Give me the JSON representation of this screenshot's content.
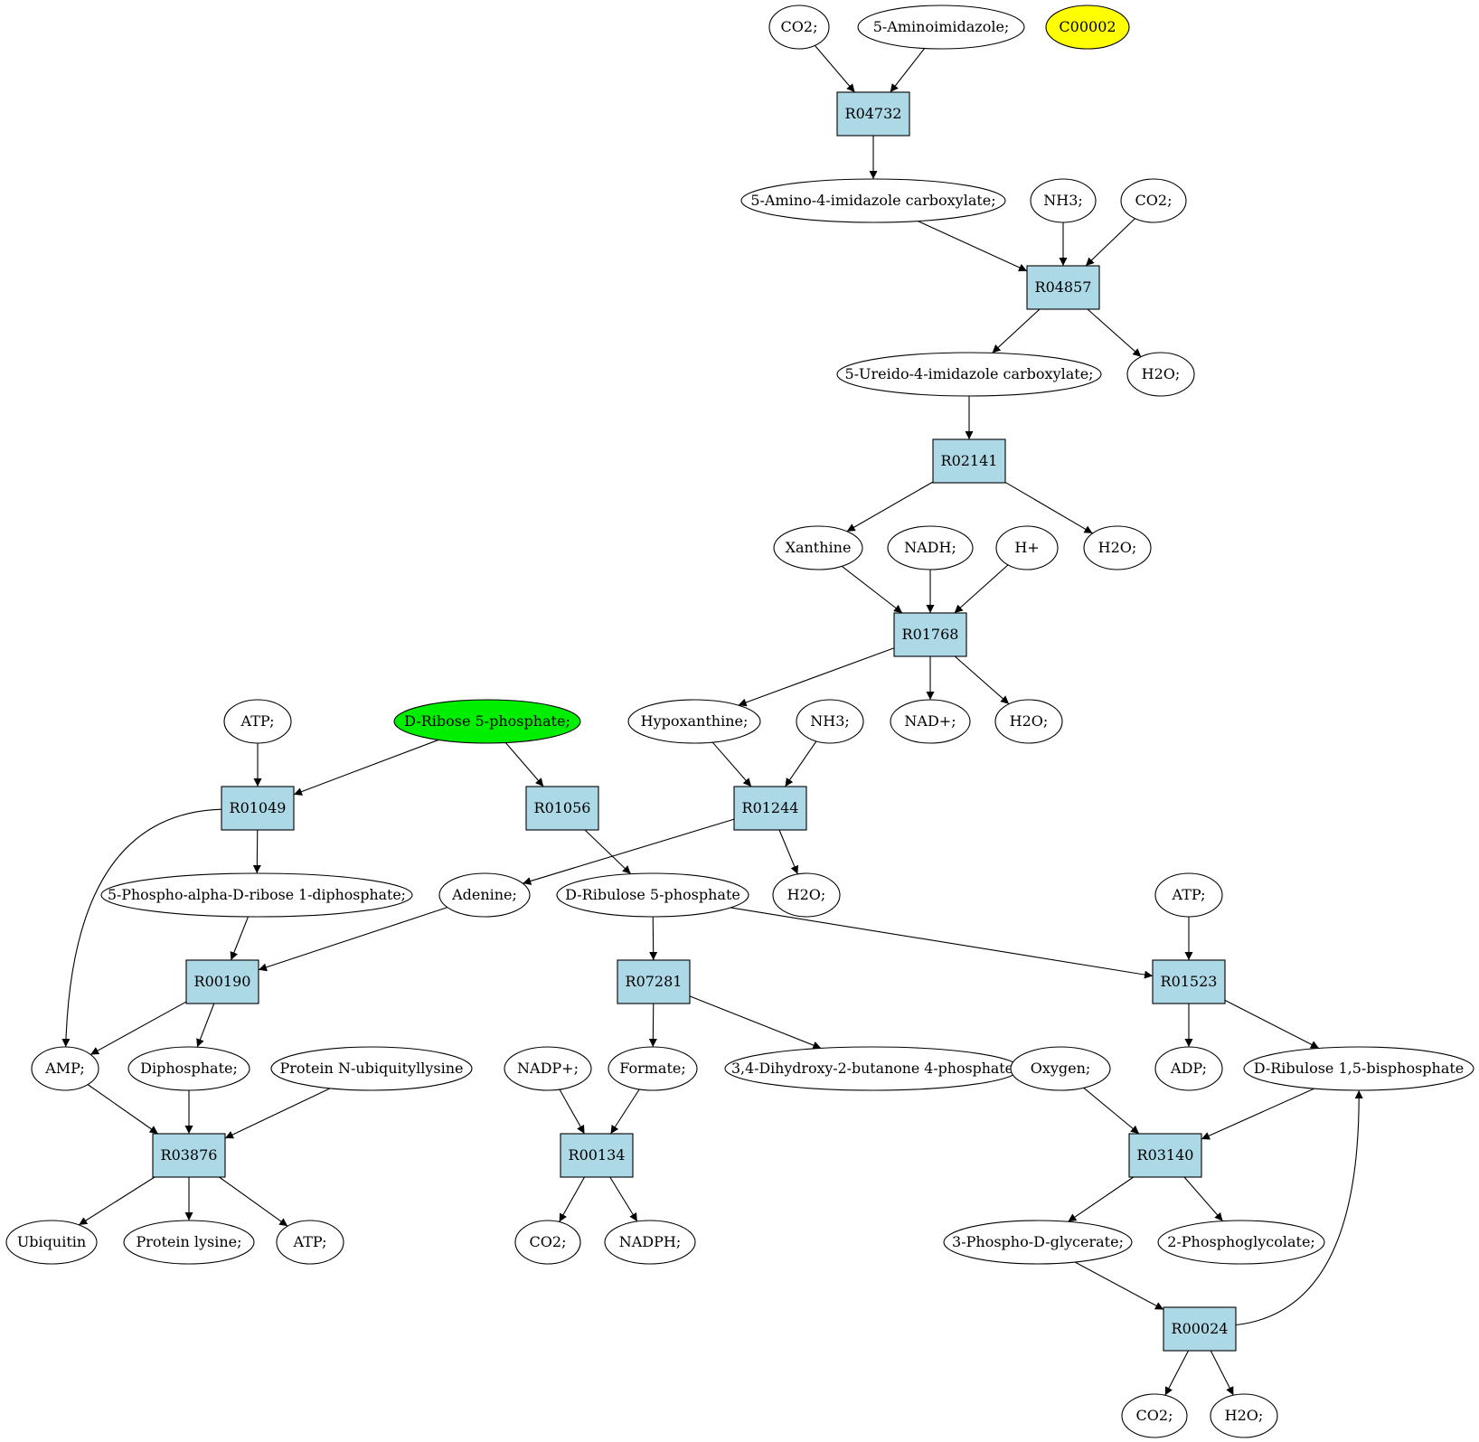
{
  "graph": {
    "compounds": [
      {
        "id": "co2_a",
        "label": "CO2;"
      },
      {
        "id": "aminoimidazole",
        "label": "5-Aminoimidazole;"
      },
      {
        "id": "c00002",
        "label": "C00002",
        "highlight": "yellow"
      },
      {
        "id": "amino_carbox",
        "label": "5-Amino-4-imidazole carboxylate;"
      },
      {
        "id": "nh3_a",
        "label": "NH3;"
      },
      {
        "id": "co2_b",
        "label": "CO2;"
      },
      {
        "id": "ureido_carbox",
        "label": "5-Ureido-4-imidazole carboxylate;"
      },
      {
        "id": "h2o_a",
        "label": "H2O;"
      },
      {
        "id": "xanthine",
        "label": "Xanthine"
      },
      {
        "id": "nadh",
        "label": "NADH;"
      },
      {
        "id": "hplus",
        "label": "H+"
      },
      {
        "id": "h2o_b",
        "label": "H2O;"
      },
      {
        "id": "atp_a",
        "label": "ATP;"
      },
      {
        "id": "ribose5p",
        "label": "D-Ribose 5-phosphate;",
        "highlight": "green"
      },
      {
        "id": "hypoxanthine",
        "label": "Hypoxanthine;"
      },
      {
        "id": "nh3_b",
        "label": "NH3;"
      },
      {
        "id": "nadplus_a",
        "label": "NAD+;"
      },
      {
        "id": "h2o_c",
        "label": "H2O;"
      },
      {
        "id": "prpp",
        "label": "5-Phospho-alpha-D-ribose 1-diphosphate;"
      },
      {
        "id": "adenine",
        "label": "Adenine;"
      },
      {
        "id": "ribulose5p",
        "label": "D-Ribulose 5-phosphate"
      },
      {
        "id": "h2o_d",
        "label": "H2O;"
      },
      {
        "id": "atp_b",
        "label": "ATP;"
      },
      {
        "id": "amp",
        "label": "AMP;"
      },
      {
        "id": "diphosphate",
        "label": "Diphosphate;"
      },
      {
        "id": "prot_ubiq",
        "label": "Protein N-ubiquityllysine"
      },
      {
        "id": "nadp",
        "label": "NADP+;"
      },
      {
        "id": "formate",
        "label": "Formate;"
      },
      {
        "id": "dhbp",
        "label": "3,4-Dihydroxy-2-butanone 4-phosphate"
      },
      {
        "id": "oxygen",
        "label": "Oxygen;"
      },
      {
        "id": "adp",
        "label": "ADP;"
      },
      {
        "id": "rubp",
        "label": "D-Ribulose 1,5-bisphosphate"
      },
      {
        "id": "ubiquitin",
        "label": "Ubiquitin"
      },
      {
        "id": "prot_lys",
        "label": "Protein lysine;"
      },
      {
        "id": "atp_c",
        "label": "ATP;"
      },
      {
        "id": "co2_c",
        "label": "CO2;"
      },
      {
        "id": "nadph",
        "label": "NADPH;"
      },
      {
        "id": "pga",
        "label": "3-Phospho-D-glycerate;"
      },
      {
        "id": "pglycolate",
        "label": "2-Phosphoglycolate;"
      },
      {
        "id": "co2_d",
        "label": "CO2;"
      },
      {
        "id": "h2o_e",
        "label": "H2O;"
      }
    ],
    "reactions": [
      {
        "id": "R04732",
        "label": "R04732"
      },
      {
        "id": "R04857",
        "label": "R04857"
      },
      {
        "id": "R02141",
        "label": "R02141"
      },
      {
        "id": "R01768",
        "label": "R01768"
      },
      {
        "id": "R01049",
        "label": "R01049"
      },
      {
        "id": "R01056",
        "label": "R01056"
      },
      {
        "id": "R01244",
        "label": "R01244"
      },
      {
        "id": "R00190",
        "label": "R00190"
      },
      {
        "id": "R07281",
        "label": "R07281"
      },
      {
        "id": "R01523",
        "label": "R01523"
      },
      {
        "id": "R03876",
        "label": "R03876"
      },
      {
        "id": "R00134",
        "label": "R00134"
      },
      {
        "id": "R03140",
        "label": "R03140"
      },
      {
        "id": "R00024",
        "label": "R00024"
      }
    ],
    "edges": [
      [
        "co2_a",
        "R04732"
      ],
      [
        "aminoimidazole",
        "R04732"
      ],
      [
        "R04732",
        "amino_carbox"
      ],
      [
        "amino_carbox",
        "R04857"
      ],
      [
        "nh3_a",
        "R04857"
      ],
      [
        "co2_b",
        "R04857"
      ],
      [
        "R04857",
        "ureido_carbox"
      ],
      [
        "R04857",
        "h2o_a"
      ],
      [
        "ureido_carbox",
        "R02141"
      ],
      [
        "R02141",
        "xanthine"
      ],
      [
        "R02141",
        "h2o_b"
      ],
      [
        "xanthine",
        "R01768"
      ],
      [
        "nadh",
        "R01768"
      ],
      [
        "hplus",
        "R01768"
      ],
      [
        "R01768",
        "hypoxanthine"
      ],
      [
        "R01768",
        "nadplus_a"
      ],
      [
        "R01768",
        "h2o_c"
      ],
      [
        "atp_a",
        "R01049"
      ],
      [
        "ribose5p",
        "R01049"
      ],
      [
        "ribose5p",
        "R01056"
      ],
      [
        "hypoxanthine",
        "R01244"
      ],
      [
        "nh3_b",
        "R01244"
      ],
      [
        "R01049",
        "amp"
      ],
      [
        "R01049",
        "prpp"
      ],
      [
        "R01056",
        "ribulose5p"
      ],
      [
        "R01244",
        "adenine"
      ],
      [
        "R01244",
        "h2o_d"
      ],
      [
        "prpp",
        "R00190"
      ],
      [
        "adenine",
        "R00190"
      ],
      [
        "ribulose5p",
        "R07281"
      ],
      [
        "ribulose5p",
        "R01523"
      ],
      [
        "atp_b",
        "R01523"
      ],
      [
        "R00190",
        "amp"
      ],
      [
        "R00190",
        "diphosphate"
      ],
      [
        "R07281",
        "formate"
      ],
      [
        "R07281",
        "dhbp"
      ],
      [
        "R01523",
        "adp"
      ],
      [
        "R01523",
        "rubp"
      ],
      [
        "amp",
        "R03876"
      ],
      [
        "diphosphate",
        "R03876"
      ],
      [
        "prot_ubiq",
        "R03876"
      ],
      [
        "nadp",
        "R00134"
      ],
      [
        "formate",
        "R00134"
      ],
      [
        "oxygen",
        "R03140"
      ],
      [
        "rubp",
        "R03140"
      ],
      [
        "R03876",
        "ubiquitin"
      ],
      [
        "R03876",
        "prot_lys"
      ],
      [
        "R03876",
        "atp_c"
      ],
      [
        "R00134",
        "co2_c"
      ],
      [
        "R00134",
        "nadph"
      ],
      [
        "R03140",
        "pga"
      ],
      [
        "R03140",
        "pglycolate"
      ],
      [
        "pga",
        "R00024"
      ],
      [
        "R00024",
        "co2_d"
      ],
      [
        "R00024",
        "h2o_e"
      ],
      [
        "R00024",
        "rubp"
      ]
    ],
    "colors": {
      "reaction_fill": "#add8e6",
      "compound_fill": "#ffffff",
      "highlight_yellow": "#ffff00",
      "highlight_green": "#00ee00",
      "stroke": "#000000"
    }
  }
}
